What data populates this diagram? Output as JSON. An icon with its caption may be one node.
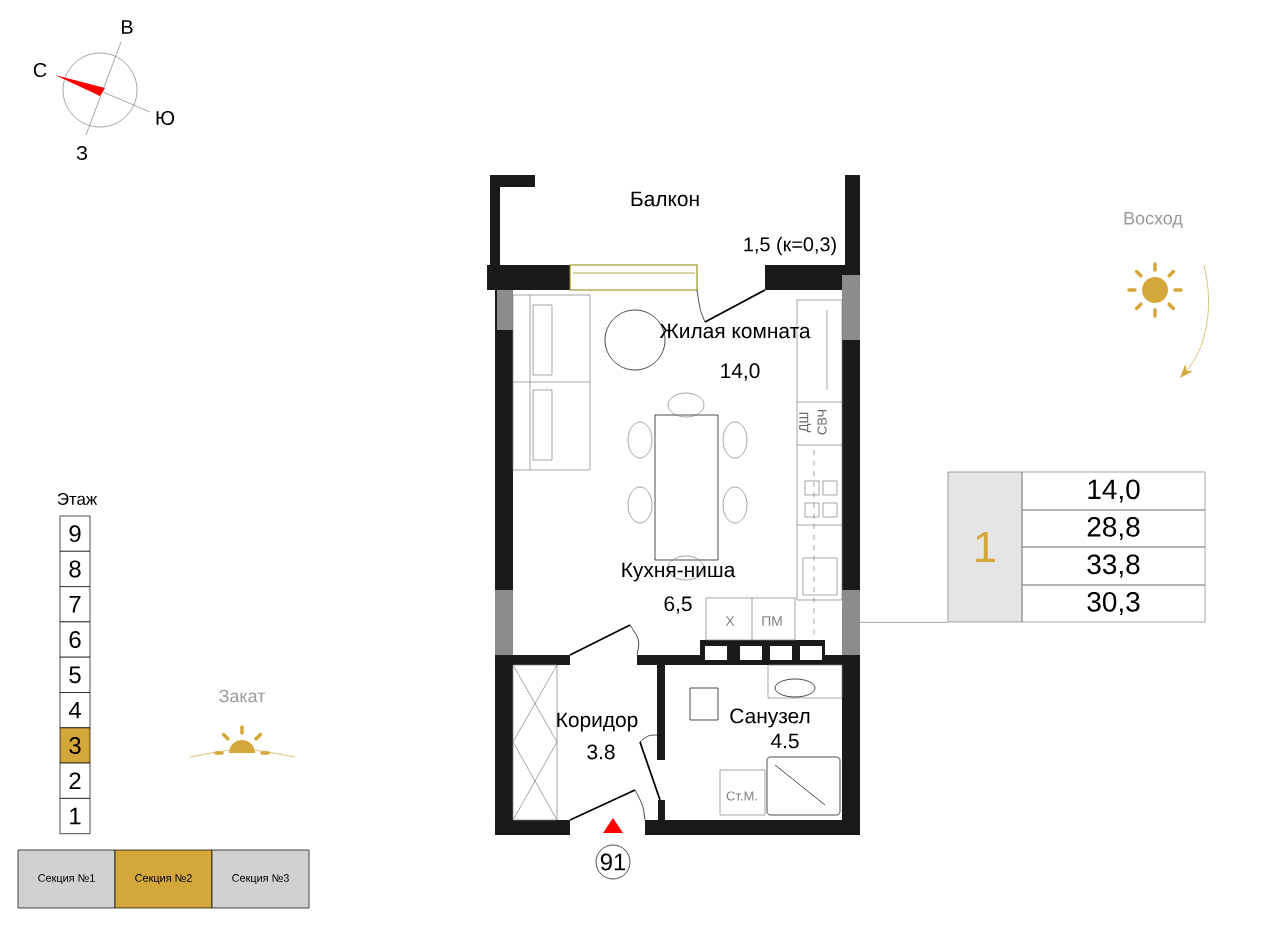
{
  "diagram": {
    "nodes": [
      {
        "text": [],
        "shape": "picture"
      },
      {
        "text": [
          "1",
          "14,0",
          "28,8",
          "33,8",
          "30,3"
        ]
      },
      {
        "text": [
          "9"
        ]
      },
      {
        "text": [
          "8"
        ]
      },
      {
        "text": [
          "7"
        ]
      },
      {
        "text": [
          "6"
        ]
      },
      {
        "text": [
          "5"
        ]
      },
      {
        "text": [
          "4"
        ]
      },
      {
        "text": [
          "3"
        ]
      },
      {
        "text": [
          "2"
        ]
      },
      {
        "text": [
          "1"
        ]
      },
      {
        "text": [
          "91"
        ]
      },
      {
        "text": [
          "Секция №1"
        ]
      },
      {
        "text": [
          "Секция №2"
        ]
      },
      {
        "text": [
          "Секция №3"
        ]
      }
    ],
    "edges": [
      {
        "from": 1,
        "to": 0,
        "arrow": "none"
      }
    ],
    "labels": [
      "В",
      "С",
      "Ю",
      "З",
      "Балкон",
      "1,5 (к=0,3)",
      "Восход",
      "Жилая комната",
      "14,0",
      "ДШ",
      "СВЧ",
      "Кухня-ниша",
      "6,5",
      "Х",
      "ПМ",
      "Этаж",
      "Закат",
      "Коридор",
      "Санузел",
      "3.8",
      "4.5",
      "Ст.М."
    ]
  }
}
